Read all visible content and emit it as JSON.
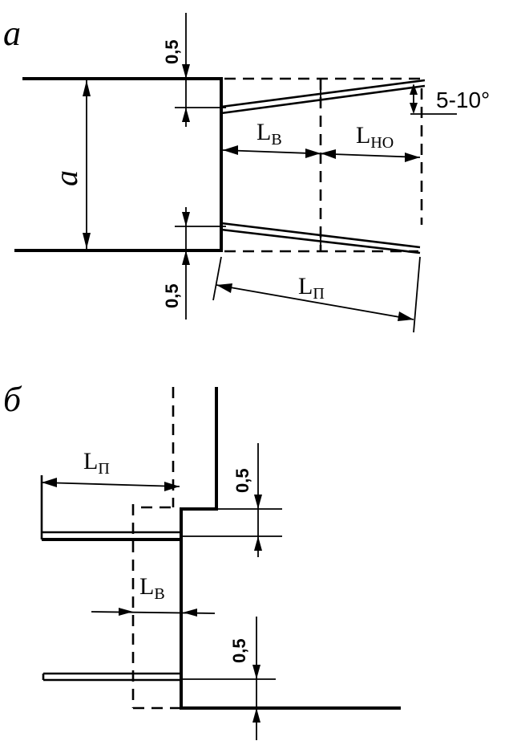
{
  "figure_a": {
    "label": "а",
    "dim_top": "0,5",
    "dim_bottom": "0,5",
    "dim_height": "a",
    "angle": "5-10°",
    "L_v": {
      "main": "L",
      "sub": "В"
    },
    "L_no": {
      "main": "L",
      "sub": "НО"
    },
    "L_p": {
      "main": "L",
      "sub": "П"
    }
  },
  "figure_b": {
    "label": "б",
    "dim_top": "0,5",
    "dim_bottom": "0,5",
    "L_p": {
      "main": "L",
      "sub": "П"
    },
    "L_v": {
      "main": "L",
      "sub": "В"
    }
  }
}
